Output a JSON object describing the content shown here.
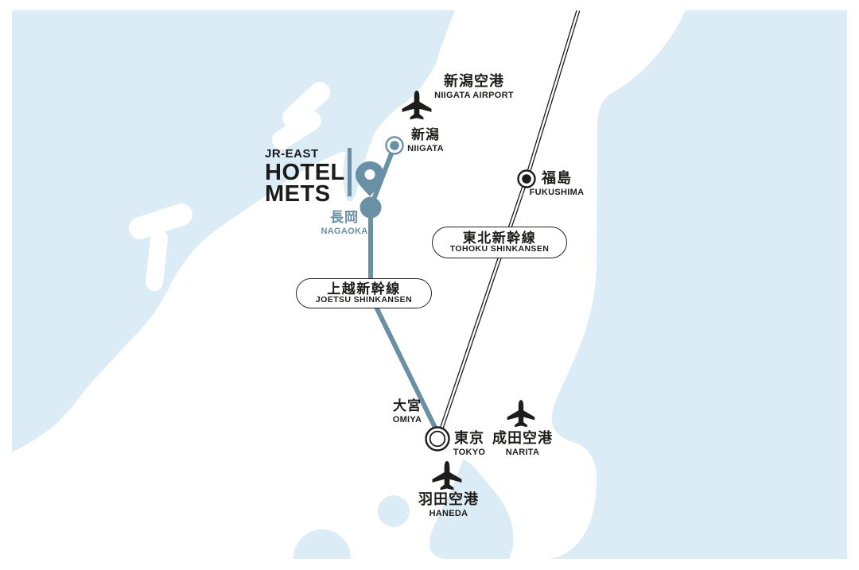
{
  "colors": {
    "sea": "#dbecf6",
    "land": "#ffffff",
    "teal": "#6990a4",
    "dark": "#1d1d1b",
    "pill_border": "#222222"
  },
  "logo": {
    "brand": "JR-EAST",
    "hotel": "HOTEL",
    "mets": "METS"
  },
  "airports": {
    "niigata": {
      "jp": "新潟空港",
      "en": "NIIGATA AIRPORT"
    },
    "narita": {
      "jp": "成田空港",
      "en": "NARITA"
    },
    "haneda": {
      "jp": "羽田空港",
      "en": "HANEDA"
    }
  },
  "stations": {
    "niigata": {
      "jp": "新潟",
      "en": "NIIGATA"
    },
    "nagaoka": {
      "jp": "長岡",
      "en": "NAGAOKA"
    },
    "fukushima": {
      "jp": "福島",
      "en": "FUKUSHIMA"
    },
    "omiya": {
      "jp": "大宮",
      "en": "OMIYA"
    },
    "tokyo": {
      "jp": "東京",
      "en": "TOKYO"
    }
  },
  "rail_lines": {
    "joetsu": {
      "jp": "上越新幹線",
      "en": "JOETSU SHINKANSEN"
    },
    "tohoku": {
      "jp": "東北新幹線",
      "en": "TOHOKU SHINKANSEN"
    }
  }
}
